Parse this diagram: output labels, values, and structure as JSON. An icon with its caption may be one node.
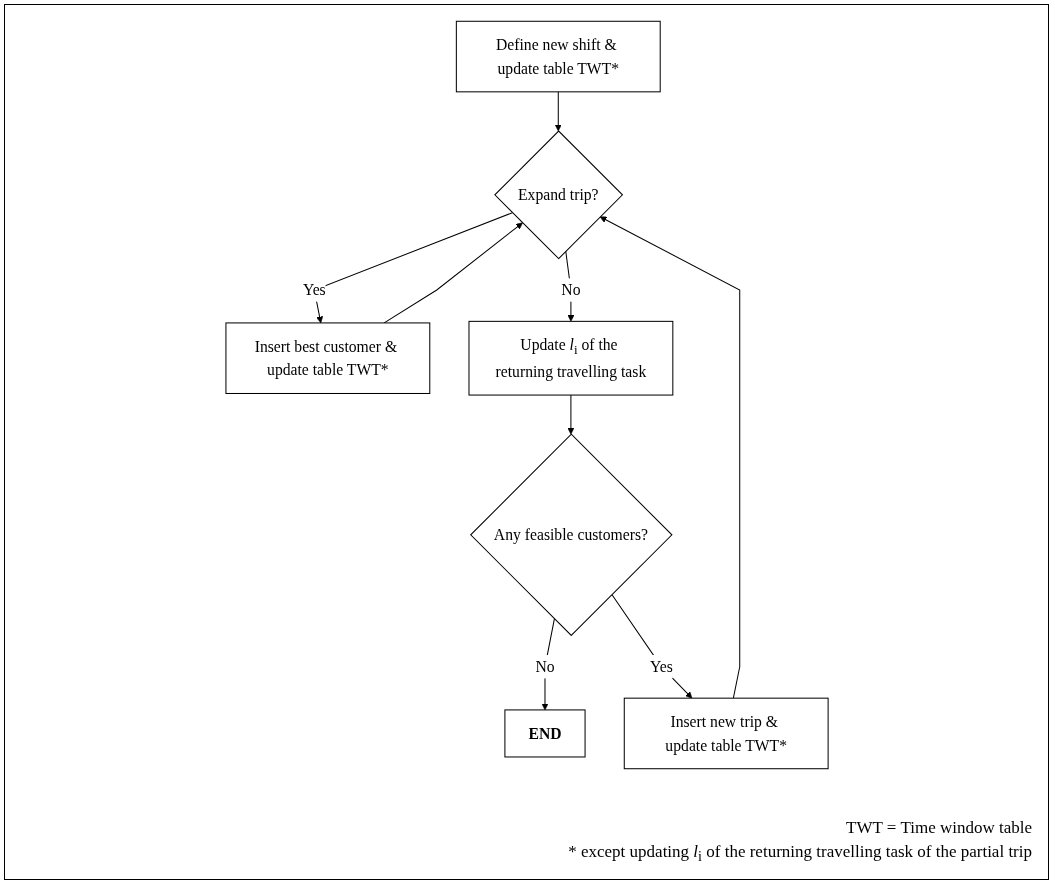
{
  "diagram": {
    "nodes": [
      {
        "text": [
          "Define new shift & update table TWT*"
        ]
      },
      {
        "text": [
          "Expand trip?"
        ]
      },
      {
        "text": [
          "Insert best customer & update table TWT*"
        ]
      },
      {
        "text": [
          "Update *l*$_{i}$ of the returning travelling task"
        ]
      },
      {
        "text": [
          "Any feasible customers?"
        ]
      },
      {
        "text": [
          "END"
        ]
      },
      {
        "text": [
          "Insert new trip & update table TWT*"
        ]
      }
    ],
    "edges": [
      {
        "from": 0,
        "to": 1,
        "arrow": "to"
      },
      {
        "from": 1,
        "to": 2,
        "label": "Yes",
        "arrow": "to"
      },
      {
        "from": 2,
        "to": 1,
        "arrow": "to"
      },
      {
        "from": 1,
        "to": 3,
        "label": "No",
        "arrow": "to"
      },
      {
        "from": 3,
        "to": 4,
        "arrow": "to"
      },
      {
        "from": 4,
        "to": 5,
        "label": "No",
        "arrow": "to"
      },
      {
        "from": 4,
        "to": 6,
        "label": "Yes",
        "arrow": "to"
      },
      {
        "from": 6,
        "to": 1,
        "arrow": "to"
      }
    ],
    "labels": [
      "TWT = Time window table",
      "* except updating *l*$_{i}$ of the returning travelling task of the partial trip"
    ]
  }
}
